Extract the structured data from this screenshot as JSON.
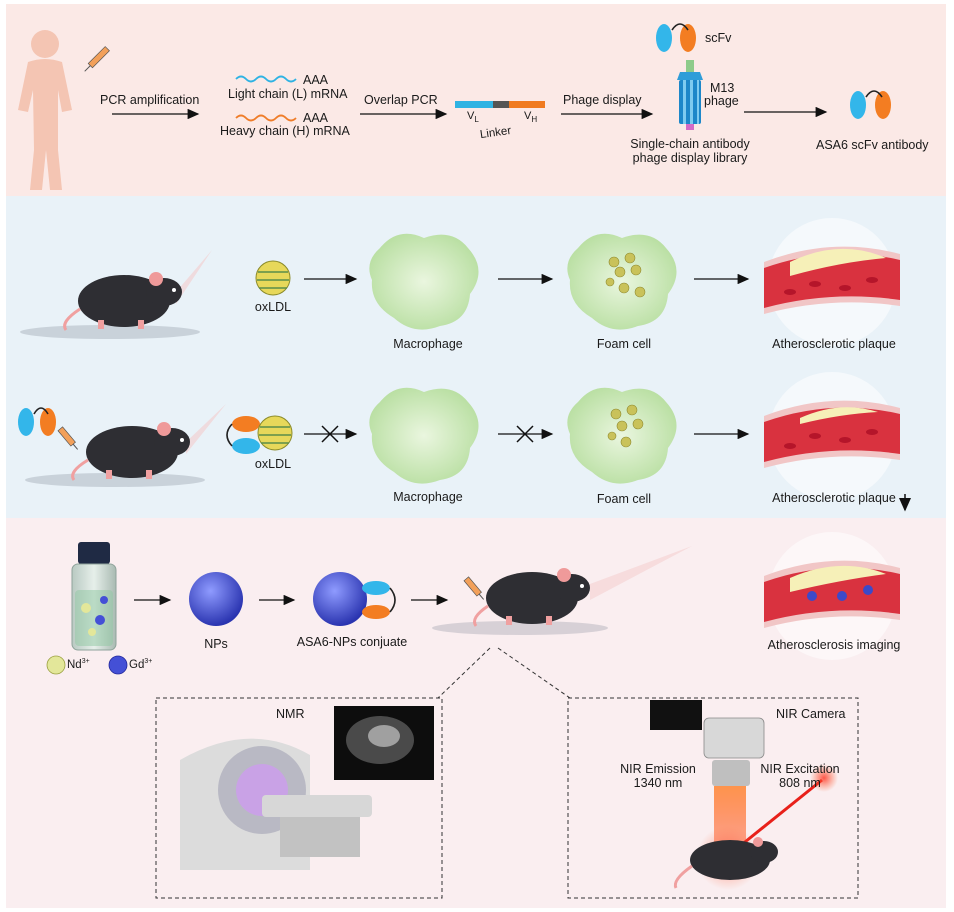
{
  "section1": {
    "pcr_amplification": "PCR amplification",
    "aaa_light": "AAA",
    "light_chain": "Light chain (L) mRNA",
    "aaa_heavy": "AAA",
    "heavy_chain": "Heavy chain (H) mRNA",
    "overlap_pcr": "Overlap PCR",
    "vl": "V",
    "vl_sub": "L",
    "linker": "Linker",
    "vh": "V",
    "vh_sub": "H",
    "phage_display": "Phage display",
    "scfv": "scFv",
    "m13": "M13",
    "phage": "phage",
    "library_line1": "Single-chain antibody",
    "library_line2": "phage display library",
    "asa6": "ASA6 scFv antibody"
  },
  "section2": {
    "oxldl": "oxLDL",
    "macrophage": "Macrophage",
    "foam_cell": "Foam cell",
    "plaque": "Atherosclerotic plaque"
  },
  "section3": {
    "oxldl": "oxLDL",
    "macrophage": "Macrophage",
    "foam_cell": "Foam cell",
    "plaque": "Atherosclerotic plaque"
  },
  "section4": {
    "nps": "NPs",
    "conjugate": "ASA6-NPs conjuate",
    "nd": "Nd",
    "nd_sup": "3+",
    "gd": "Gd",
    "gd_sup": "3+",
    "imaging": "Atherosclerosis imaging",
    "nmr": "NMR",
    "nir_camera": "NIR Camera",
    "emission_line1": "NIR Emission",
    "emission_line2": "1340 nm",
    "excitation_line1": "NIR Excitation",
    "excitation_line2": "808 nm"
  },
  "colors": {
    "band1": "#fbe9e6",
    "band2": "#e9f2f8",
    "band3": "#faeef0",
    "cell_green": "#c9e6b8",
    "vessel_red": "#d9323f",
    "nanoparticle_blue": "#3c49c9",
    "scfv_blue": "#33b6ea",
    "scfv_orange": "#f37d22"
  }
}
